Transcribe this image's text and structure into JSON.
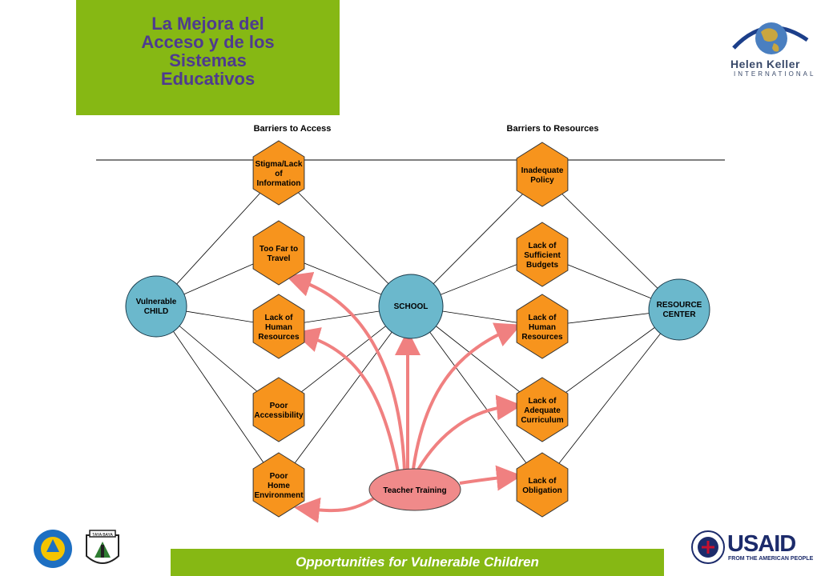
{
  "title": "La Mejora del\nAcceso y de los\nSistemas\nEducativos",
  "footer": "Opportunities for Vulnerable Children",
  "logo_top_right": {
    "name": "Helen Keller",
    "sub": "INTERNATIONAL"
  },
  "logo_bottom_right": {
    "name": "USAID",
    "sub": "FROM THE AMERICAN PEOPLE"
  },
  "logo_bottom_left": {
    "seal_text": "TAYA BAYA"
  },
  "headers": {
    "access": "Barriers to Access",
    "resources": "Barriers to Resources"
  },
  "circles": {
    "child": "Vulnerable\nCHILD",
    "school": "SCHOOL",
    "resource": "RESOURCE\nCENTER",
    "teacher": "Teacher Training"
  },
  "access_barriers": [
    "Stigma/Lack\nof\nInformation",
    "Too Far to\nTravel",
    "Lack of\nHuman\nResources",
    "Poor\nAccessibility",
    "Poor\nHome\nEnvironment"
  ],
  "resource_barriers": [
    "Inadequate\nPolicy",
    "Lack of\nSufficient\nBudgets",
    "Lack of\nHuman\nResources",
    "Lack of\nAdequate\nCurriculum",
    "Lack of\nObligation"
  ],
  "colors": {
    "title_bg": "#86b814",
    "title_text": "#4e3b8f",
    "hexagon": "#f7941d",
    "circle": "#6bb8cc",
    "teacher": "#f08a8a",
    "arrow": "#f08080"
  }
}
